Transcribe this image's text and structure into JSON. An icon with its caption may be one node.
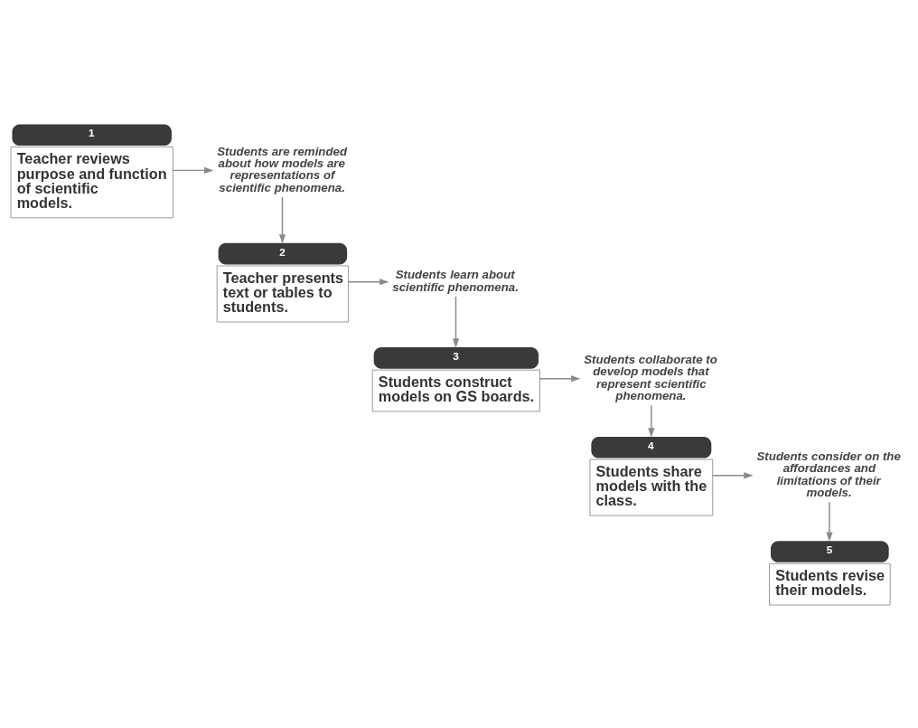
{
  "diagram": {
    "nodes": [
      {
        "text": [
          "1",
          "Teacher reviews purpose and function of scientific models."
        ]
      },
      {
        "text": [
          "Students are reminded about how models are representations of scientific phenomena."
        ]
      },
      {
        "text": [
          "2",
          "Teacher presents text or tables to students."
        ]
      },
      {
        "text": [
          "Students learn about scientific phenomena."
        ]
      },
      {
        "text": [
          "3",
          "Students construct models on GS boards."
        ]
      },
      {
        "text": [
          "Students collaborate to develop models that represent scientific phenomena."
        ]
      },
      {
        "text": [
          "4",
          "Students share models with the class."
        ]
      },
      {
        "text": [
          "Students consider on the affordances and limitations of their models."
        ]
      },
      {
        "text": [
          "5",
          "Students revise their models."
        ]
      }
    ],
    "edges": [
      {
        "from": 0,
        "to": 1,
        "arrow": "to"
      },
      {
        "from": 1,
        "to": 2,
        "arrow": "to"
      },
      {
        "from": 2,
        "to": 3,
        "arrow": "to"
      },
      {
        "from": 3,
        "to": 4,
        "arrow": "to"
      },
      {
        "from": 4,
        "to": 5,
        "arrow": "to"
      },
      {
        "from": 5,
        "to": 6,
        "arrow": "to"
      },
      {
        "from": 6,
        "to": 7,
        "arrow": "to"
      },
      {
        "from": 7,
        "to": 8,
        "arrow": "to"
      }
    ]
  }
}
